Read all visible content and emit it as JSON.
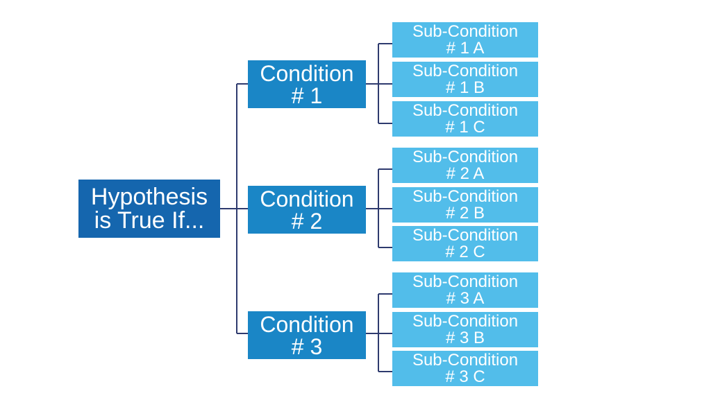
{
  "root": {
    "line1": "Hypothesis",
    "line2": "is True If..."
  },
  "conditions": [
    {
      "line1": "Condition",
      "line2": "# 1",
      "subs": [
        {
          "line1": "Sub-Condition",
          "line2": "# 1 A"
        },
        {
          "line1": "Sub-Condition",
          "line2": "# 1 B"
        },
        {
          "line1": "Sub-Condition",
          "line2": "# 1 C"
        }
      ]
    },
    {
      "line1": "Condition",
      "line2": "# 2",
      "subs": [
        {
          "line1": "Sub-Condition",
          "line2": "# 2 A"
        },
        {
          "line1": "Sub-Condition",
          "line2": "# 2 B"
        },
        {
          "line1": "Sub-Condition",
          "line2": "# 2 C"
        }
      ]
    },
    {
      "line1": "Condition",
      "line2": "# 3",
      "subs": [
        {
          "line1": "Sub-Condition",
          "line2": "# 3 A"
        },
        {
          "line1": "Sub-Condition",
          "line2": "# 3 B"
        },
        {
          "line1": "Sub-Condition",
          "line2": "# 3 C"
        }
      ]
    }
  ],
  "colors": {
    "root": "#1566ae",
    "condition": "#1a86c6",
    "sub_condition": "#52bdea",
    "connector": "#2e3a6e"
  }
}
